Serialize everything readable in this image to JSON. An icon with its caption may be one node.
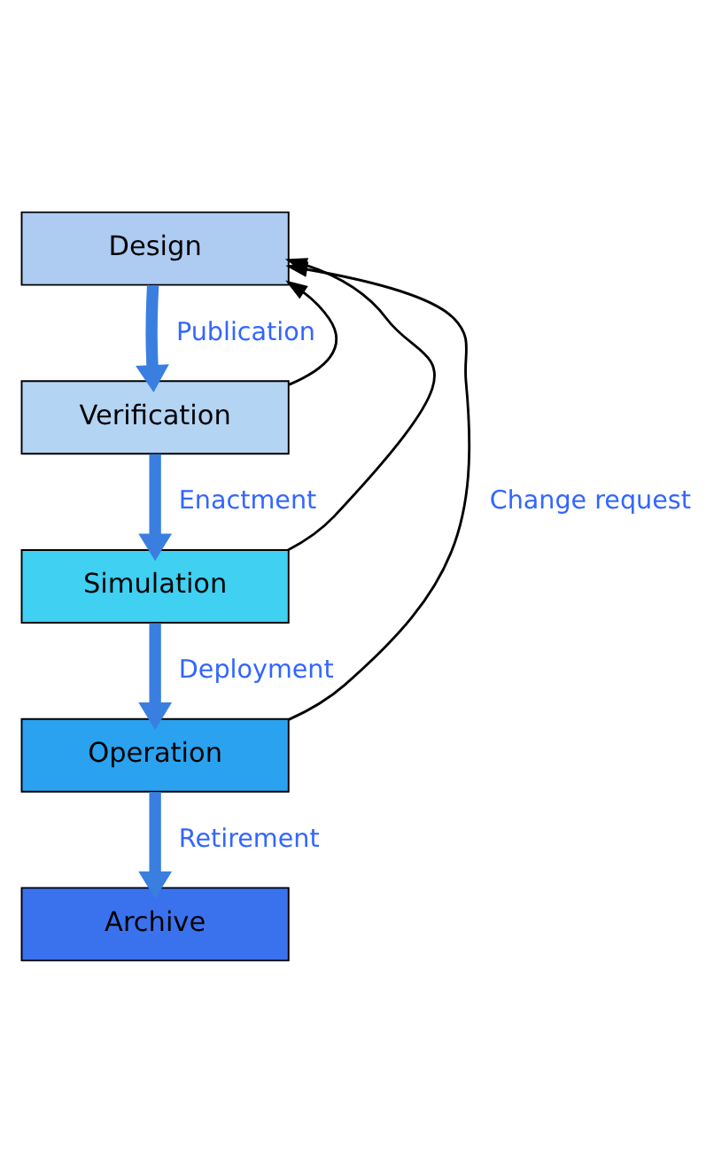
{
  "diagram": {
    "nodes": [
      {
        "text": [
          "Design"
        ]
      },
      {
        "text": [
          "Verification"
        ]
      },
      {
        "text": [
          "Simulation"
        ]
      },
      {
        "text": [
          "Operation"
        ]
      },
      {
        "text": [
          "Archive"
        ]
      }
    ],
    "edges": [
      {
        "from": 0,
        "to": 1,
        "arrow": "to",
        "label": "Publication"
      },
      {
        "from": 1,
        "to": 2,
        "arrow": "to",
        "label": "Enactment"
      },
      {
        "from": 2,
        "to": 3,
        "arrow": "to",
        "label": "Deployment"
      },
      {
        "from": 3,
        "to": 4,
        "arrow": "to",
        "label": "Retirement"
      },
      {
        "from": 1,
        "to": 0,
        "arrow": "to",
        "color": "#000000"
      },
      {
        "from": 2,
        "to": 0,
        "arrow": "to",
        "color": "#000000"
      },
      {
        "from": 3,
        "to": 0,
        "arrow": "to",
        "label": "Change request",
        "color": "#000000"
      }
    ]
  }
}
